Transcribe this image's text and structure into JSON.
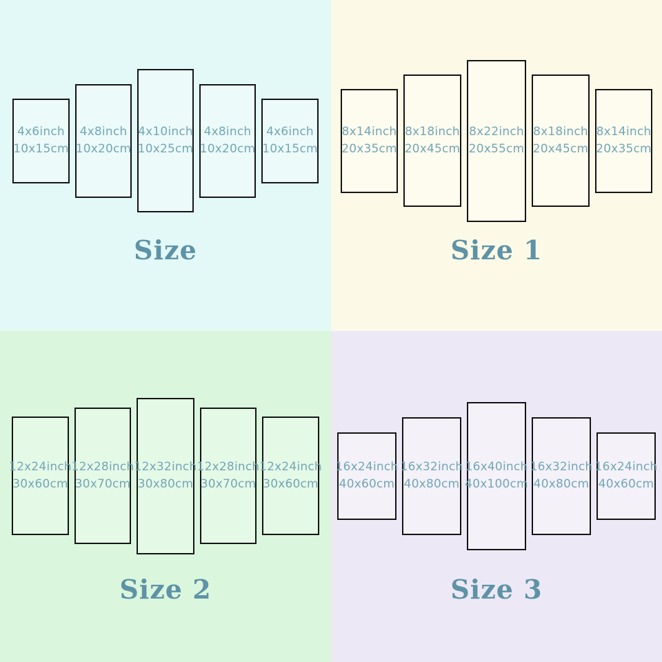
{
  "colors": {
    "panel_border": "#141414",
    "panel_text": "#73a6b6",
    "title_text": "#5e92a6"
  },
  "quadrants": [
    {
      "title": "Size",
      "bg": "#e3f9f7",
      "panel_fill": "#ecfbfa",
      "panels": [
        {
          "inch": "4x6inch",
          "cm": "10x15cm"
        },
        {
          "inch": "4x8inch",
          "cm": "10x20cm"
        },
        {
          "inch": "4x10inch",
          "cm": "10x25cm"
        },
        {
          "inch": "4x8inch",
          "cm": "10x20cm"
        },
        {
          "inch": "4x6inch",
          "cm": "10x15cm"
        }
      ]
    },
    {
      "title": "Size 1",
      "bg": "#fcfae6",
      "panel_fill": "#fdfcef",
      "panels": [
        {
          "inch": "8x14inch",
          "cm": "20x35cm"
        },
        {
          "inch": "8x18inch",
          "cm": "20x45cm"
        },
        {
          "inch": "8x22inch",
          "cm": "20x55cm"
        },
        {
          "inch": "8x18inch",
          "cm": "20x45cm"
        },
        {
          "inch": "8x14inch",
          "cm": "20x35cm"
        }
      ]
    },
    {
      "title": "Size 2",
      "bg": "#daf6dd",
      "panel_fill": "#e5f9e7",
      "panels": [
        {
          "inch": "12x24inch",
          "cm": "30x60cm"
        },
        {
          "inch": "12x28inch",
          "cm": "30x70cm"
        },
        {
          "inch": "12x32inch",
          "cm": "30x80cm"
        },
        {
          "inch": "12x28inch",
          "cm": "30x70cm"
        },
        {
          "inch": "12x24inch",
          "cm": "30x60cm"
        }
      ]
    },
    {
      "title": "Size 3",
      "bg": "#ede8f5",
      "panel_fill": "#f4f1f9",
      "panels": [
        {
          "inch": "16x24inch",
          "cm": "40x60cm"
        },
        {
          "inch": "16x32inch",
          "cm": "40x80cm"
        },
        {
          "inch": "16x40inch",
          "cm": "40x100cm"
        },
        {
          "inch": "16x32inch",
          "cm": "40x80cm"
        },
        {
          "inch": "16x24inch",
          "cm": "40x60cm"
        }
      ]
    }
  ]
}
